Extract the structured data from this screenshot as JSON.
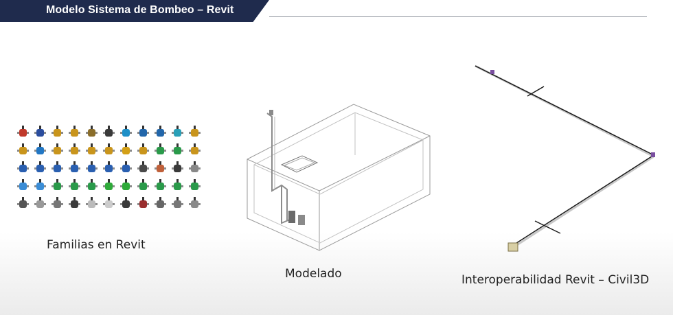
{
  "header": {
    "title": "Modelo Sistema de Bombeo – Revit"
  },
  "sections": {
    "families": {
      "caption": "Familias en Revit",
      "grid": {
        "rows": [
          [
            "#c0392b",
            "#2b4d9e",
            "#c9951c",
            "#c9951c",
            "#8a6d2a",
            "#3a3a3a",
            "#1e90c8",
            "#2266aa",
            "#2266aa",
            "#2aa0b8",
            "#c9951c"
          ],
          [
            "#c9951c",
            "#2277c4",
            "#c9951c",
            "#c9951c",
            "#c9951c",
            "#c9951c",
            "#d4a017",
            "#c9951c",
            "#2a9a4a",
            "#2a9a4a",
            "#c9951c"
          ],
          [
            "#2a5fb0",
            "#2a5fb0",
            "#2a5fb0",
            "#2a5fb0",
            "#2a5fb0",
            "#2a5fb0",
            "#2a5fb0",
            "#4a4a4a",
            "#c0603a",
            "#3a3a3a",
            "#888888"
          ],
          [
            "#3b8dd6",
            "#3b8dd6",
            "#2a9a4a",
            "#2a9a4a",
            "#2a9a4a",
            "#2faa3a",
            "#2faa3a",
            "#2a9a4a",
            "#2a9a4a",
            "#2a9a4a",
            "#2a9a4a"
          ],
          [
            "#555555",
            "#999999",
            "#777777",
            "#3a3a3a",
            "#bbbbbb",
            "#cccccc",
            "#3a3a3a",
            "#9a2f2f",
            "#666666",
            "#777777",
            "#8a8a8a"
          ]
        ]
      }
    },
    "modeling": {
      "caption": "Modelado"
    },
    "interop": {
      "caption": "Interoperabilidad Revit – Civil3D"
    }
  }
}
